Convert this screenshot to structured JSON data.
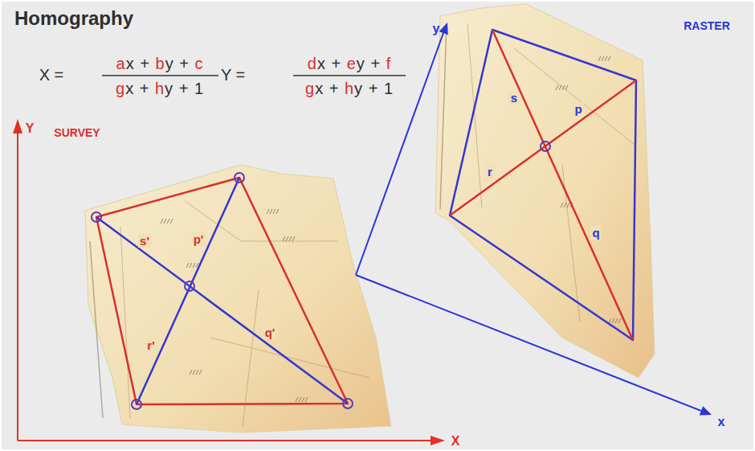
{
  "diagram": {
    "title": "Homography",
    "labels": [
      "X =",
      "ax + by + c",
      "gx + hy + 1",
      "Y =",
      "dx + ey + f",
      "gx + hy + 1",
      "SURVEY",
      "Y",
      "X",
      "RASTER",
      "y",
      "x",
      "s'",
      "p'",
      "r'",
      "q'",
      "s",
      "p",
      "r",
      "q"
    ]
  }
}
